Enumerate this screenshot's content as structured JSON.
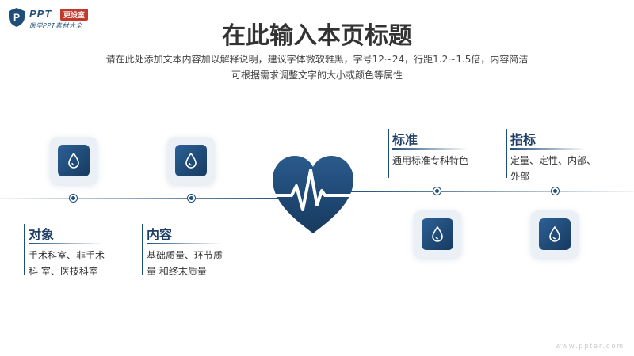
{
  "logo": {
    "brand": "PPT",
    "badge": "更设室",
    "tagline": "医学PPT素材大全"
  },
  "header": {
    "title": "在此输入本页标题",
    "subtitle_line1": "请在此处添加文本内容加以解释说明，建议字体微软雅黑，字号12~24，行距1.2~1.5倍，内容简洁",
    "subtitle_line2": "可根据需求调整文字的大小或颜色等属性"
  },
  "items": [
    {
      "heading": "对象",
      "line1": "手术科室、非手术",
      "line2": "科 室、医技科室"
    },
    {
      "heading": "内容",
      "line1": "基础质量、环节质",
      "line2": "量 和终末质量"
    },
    {
      "heading": "标准",
      "line1": "通用标准专科特色",
      "line2": ""
    },
    {
      "heading": "指标",
      "line1": "定量、定性、内部、",
      "line2": "外部"
    }
  ],
  "icons": {
    "item_icon": "blood-drop-icon",
    "center_icon": "heartbeat-heart-icon",
    "logo_icon": "shield-p-icon"
  },
  "colors": {
    "primary": "#1f4e79",
    "accent_red": "#c0392b"
  },
  "footer": {
    "watermark": "www.ppter.com"
  }
}
